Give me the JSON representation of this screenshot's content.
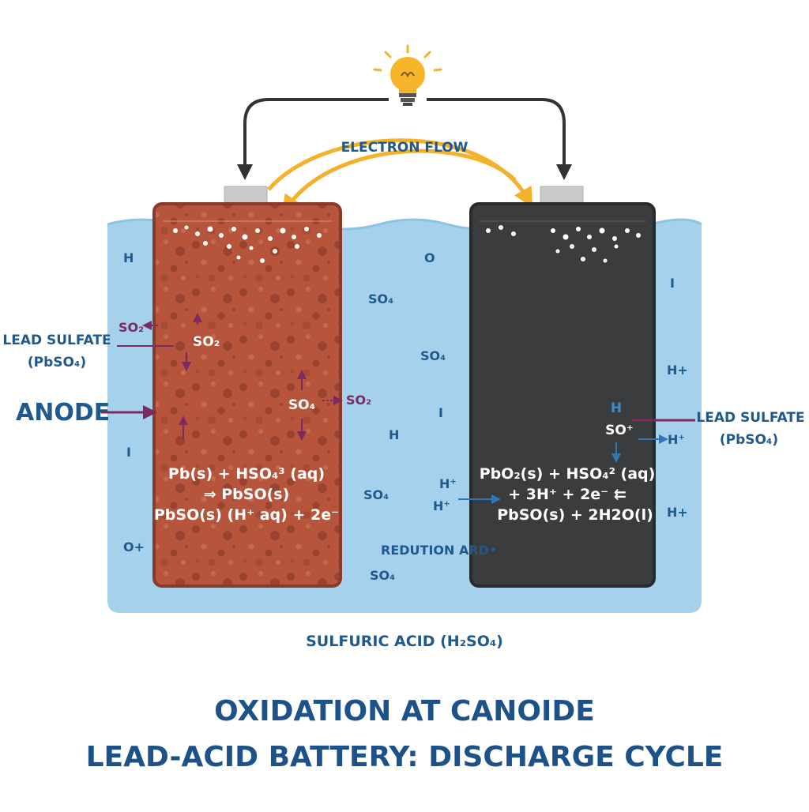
{
  "colors": {
    "electrolyte": "#a6d1ec",
    "anode_fill": "#b6553b",
    "cathode_fill": "#3b3c3e",
    "electron_flow": "#f4b12b",
    "wire": "#333333",
    "label_blue": "#1f5a8e",
    "arrow_purple": "#7b2b62"
  },
  "icons": {
    "bulb": "light-bulb-icon"
  },
  "diagram": {
    "electron_flow_label": "ELECTRON FLOW",
    "anode_label": "ANODE",
    "left_sulfate": {
      "line1": "LEAD SULFATE",
      "line2": "(PbSO₄)"
    },
    "right_sulfate": {
      "line1": "LEAD SULFATE",
      "line2": "(PbSO₄)"
    },
    "electrolyte_label": "SULFURIC ACID (H₂SO₄)",
    "reduction_label": "REDUTION ARD•",
    "anode_plate": {
      "ion_so2_top": "SO₂",
      "ion_so4_mid": "SO₄",
      "equation": [
        "Pb(s) + HSO₄³ (aq)",
        "⇒ PbSO(s)",
        "PbSO(s) (H⁺ aq) + 2e⁻"
      ]
    },
    "cathode_plate": {
      "ion_h": "H",
      "ion_so_plus": "SO⁺",
      "equation": [
        "PbO₂(s) + HSO₄² (aq)",
        "+ 3H⁺ + 2e⁻ ⇇",
        "PbSO(s) + 2H2O(l)"
      ]
    },
    "outer_ions": {
      "so2_left": "SO₂",
      "so2_mid": "SO₂",
      "h_plus_right": "H⁺"
    },
    "floating_ions": [
      {
        "id": "h-1",
        "text": "H"
      },
      {
        "id": "o-1",
        "text": "O"
      },
      {
        "id": "so4-1",
        "text": "SO₄"
      },
      {
        "id": "so4-2",
        "text": "SO₄"
      },
      {
        "id": "i-1",
        "text": "I"
      },
      {
        "id": "i-2",
        "text": "I"
      },
      {
        "id": "h-2",
        "text": "H"
      },
      {
        "id": "so4-3",
        "text": "SO₄"
      },
      {
        "id": "hplus-1",
        "text": "H⁺"
      },
      {
        "id": "hplus-2",
        "text": "H⁺"
      },
      {
        "id": "so4-4",
        "text": "SO₄"
      },
      {
        "id": "oplus-1",
        "text": "O+"
      },
      {
        "id": "i-3",
        "text": "I"
      },
      {
        "id": "hplus-3",
        "text": "H+"
      },
      {
        "id": "hplus-4",
        "text": "H+"
      }
    ]
  },
  "titles": {
    "line1": "OXIDATION AT CANOIDE",
    "line2": "LEAD-ACID BATTERY: DISCHARGE CYCLE"
  }
}
